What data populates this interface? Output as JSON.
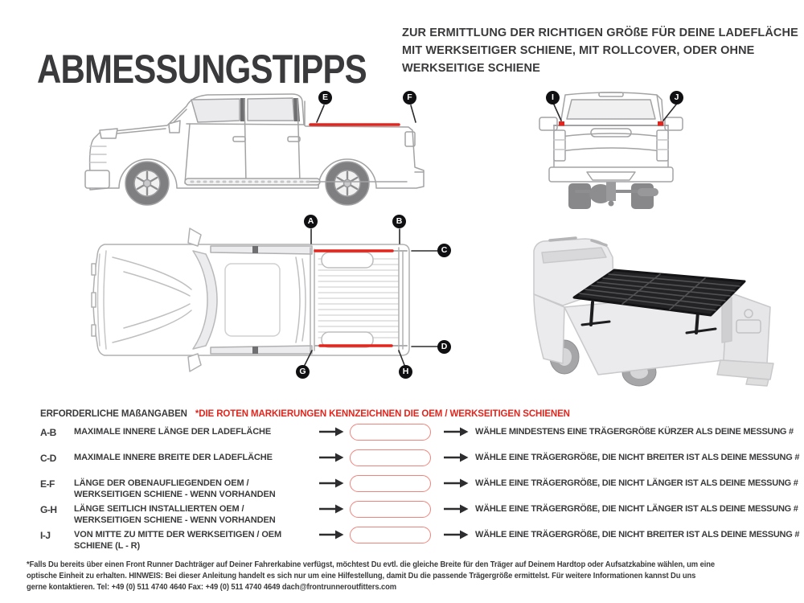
{
  "title": "ABMESSUNGSTIPPS",
  "subtitle_lines": [
    "ZUR ERMITTLUNG DER RICHTIGEN GRÖßE FÜR DEINE LADEFLÄCHE",
    "MIT WERKSEITIGER SCHIENE, MIT ROLLCOVER, ODER OHNE",
    "WERKSEITIGE SCHIENE"
  ],
  "markers": {
    "a": "A",
    "b": "B",
    "c": "C",
    "d": "D",
    "e": "E",
    "f": "F",
    "g": "G",
    "h": "H",
    "i": "I",
    "j": "J"
  },
  "measurements": {
    "heading": "ERFORDERLICHE MAßANGABEN",
    "note": "*DIE ROTEN MARKIERUNGEN KENNZEICHNEN DIE OEM / WERKSEITIGEN SCHIENEN",
    "rows": [
      {
        "range": "A-B",
        "description": "MAXIMALE INNERE LÄNGE DER LADEFLÄCHE",
        "input_value": "",
        "result": "WÄHLE MINDESTENS EINE TRÄGERGRÖßE KÜRZER ALS DEINE MESSUNG #"
      },
      {
        "range": "C-D",
        "description": "MAXIMALE INNERE BREITE DER LADEFLÄCHE",
        "input_value": "",
        "result": "WÄHLE EINE TRÄGERGRÖßE, DIE NICHT BREITER IST ALS DEINE MESSUNG #"
      },
      {
        "range": "E-F",
        "description": "LÄNGE DER OBENAUFLIEGENDEN OEM / WERKSEITIGEN SCHIENE - WENN VORHANDEN",
        "input_value": "",
        "result": "WÄHLE EINE TRÄGERGRÖßE, DIE NICHT LÄNGER IST ALS DEINE MESSUNG #"
      },
      {
        "range": "G-H",
        "description": "LÄNGE SEITLICH INSTALLIERTEN OEM / WERKSEITIGEN SCHIENE - WENN VORHANDEN",
        "input_value": "",
        "result": "WÄHLE EINE TRÄGERGRÖßE, DIE NICHT LÄNGER IST ALS DEINE MESSUNG #"
      },
      {
        "range": "I-J",
        "description": "VON MITTE ZU MITTE DER WERKSEITIGEN / OEM SCHIENE (L - R)",
        "input_value": "",
        "result": "WÄHLE EINE TRÄGERGRÖßE, DIE NICHT BREITER IST ALS DEINE MESSUNG #"
      }
    ]
  },
  "footnote_lines": [
    "*Falls Du bereits über einen Front Runner Dachträger auf Deiner Fahrerkabine verfügst, möchtest Du evtl. die gleiche Breite für den Träger auf Deinem Hardtop oder Aufsatzkabine wählen, um eine",
    "optische Einheit zu erhalten. HINWEIS: Bei dieser Anleitung handelt es sich nur um eine Hilfestellung, damit Du die passende Trägergröße ermittelst. Für weitere Informationen kannst Du uns",
    "gerne kontaktieren. Tel: +49 (0) 511 4740 4640 Fax: +49 (0) 511 4740 4649 dach@frontrunneroutfitters.com"
  ],
  "contact": {
    "tel": "+49 (0) 511 4740 4640",
    "fax": "+49 (0) 511 4740 4649",
    "email": "dach@frontrunneroutfitters.com"
  },
  "colors": {
    "accent_red": "#e3251d",
    "pill_stroke": "#f2837b",
    "text_dark": "#3a3a3c",
    "marker_black": "#101012"
  }
}
